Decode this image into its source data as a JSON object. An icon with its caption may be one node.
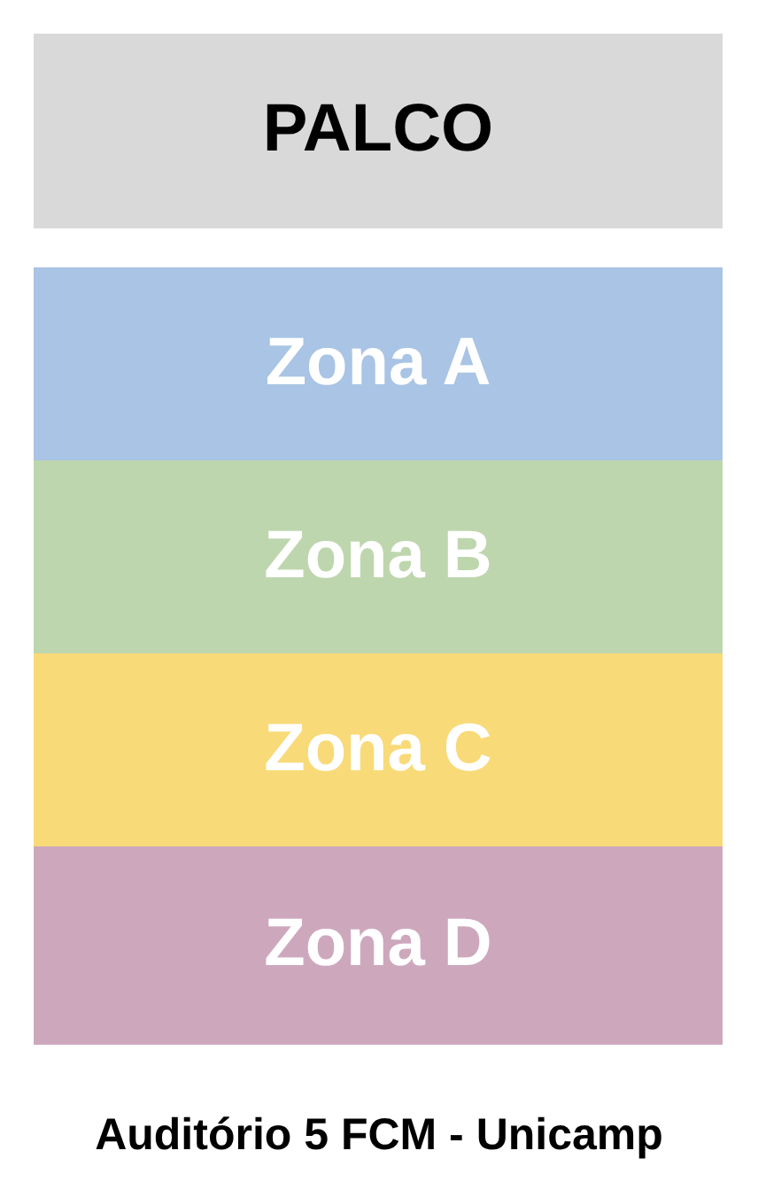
{
  "diagram": {
    "nodes": [
      {
        "text": [
          "PALCO"
        ]
      },
      {
        "text": [
          "Zona A"
        ]
      },
      {
        "text": [
          "Zona B"
        ]
      },
      {
        "text": [
          "Zona C"
        ]
      },
      {
        "text": [
          "Zona D"
        ]
      }
    ],
    "caption": "Auditório 5 FCM - Unicamp"
  }
}
